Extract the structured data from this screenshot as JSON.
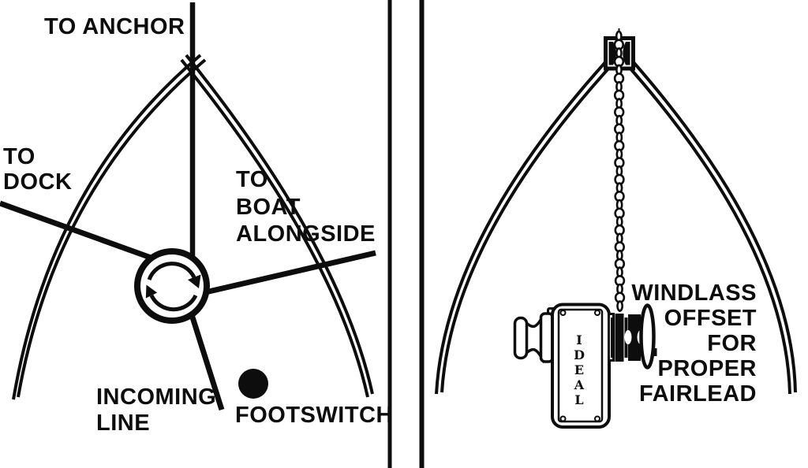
{
  "canvas": {
    "background": "#ffffff",
    "ink": "#0d0d0d"
  },
  "left_panel": {
    "labels": {
      "to_anchor": "TO ANCHOR",
      "to_dock_line1": "TO",
      "to_dock_line2": "DOCK",
      "to_boat_line1": "TO",
      "to_boat_line2": "BOAT",
      "to_boat_line3": "ALONGSIDE",
      "incoming_line1": "INCOMING",
      "incoming_line2": "LINE",
      "footswitch": "FOOTSWITCH"
    },
    "icons": {
      "rotation_direction_icon": "clockwise-curved-arrows",
      "footswitch_marker_icon": "filled-circle"
    }
  },
  "right_panel": {
    "windlass_brand_vertical": "IDEAL",
    "caption_line1": "WINDLASS",
    "caption_line2": "OFFSET",
    "caption_line3": "FOR",
    "caption_line4": "PROPER",
    "caption_line5": "FAIRLEAD",
    "icons": {
      "bow_roller_icon": "chain-roller-block",
      "anchor_chain_icon": "chain-links"
    }
  }
}
